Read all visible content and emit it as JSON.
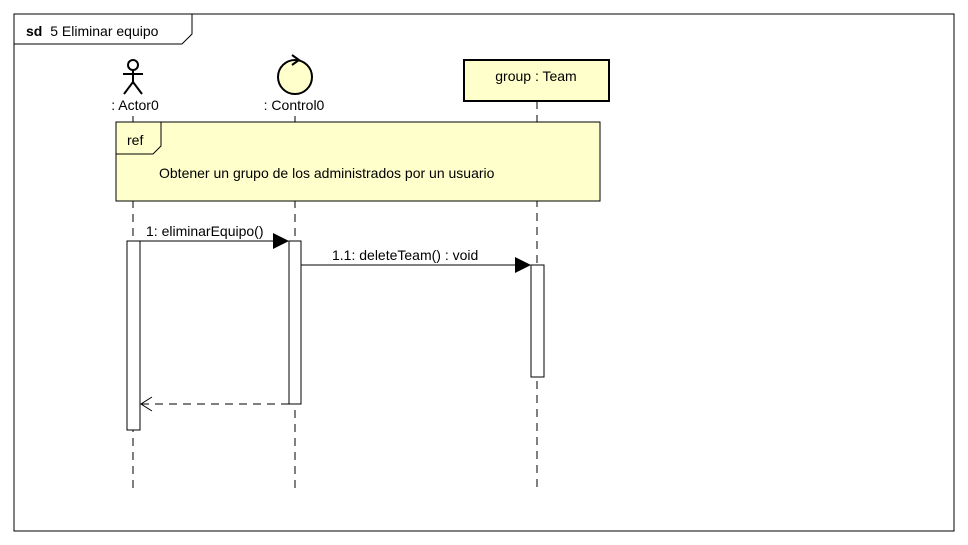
{
  "frame": {
    "keyword": "sd",
    "title": "5 Eliminar equipo"
  },
  "lifelines": [
    {
      "kind": "actor",
      "label": ": Actor0"
    },
    {
      "kind": "control",
      "label": ": Control0"
    },
    {
      "kind": "object",
      "label": "group : Team"
    }
  ],
  "interaction_use": {
    "tag": "ref",
    "text": "Obtener un grupo de los administrados por un usuario"
  },
  "messages": [
    {
      "label": "1: eliminarEquipo()",
      "style": "sync"
    },
    {
      "label": "1.1: deleteTeam() : void",
      "style": "sync"
    },
    {
      "label": "",
      "style": "return"
    }
  ],
  "colors": {
    "fill": "#FFFFCC",
    "line": "#000000",
    "background": "#FFFFFF"
  }
}
